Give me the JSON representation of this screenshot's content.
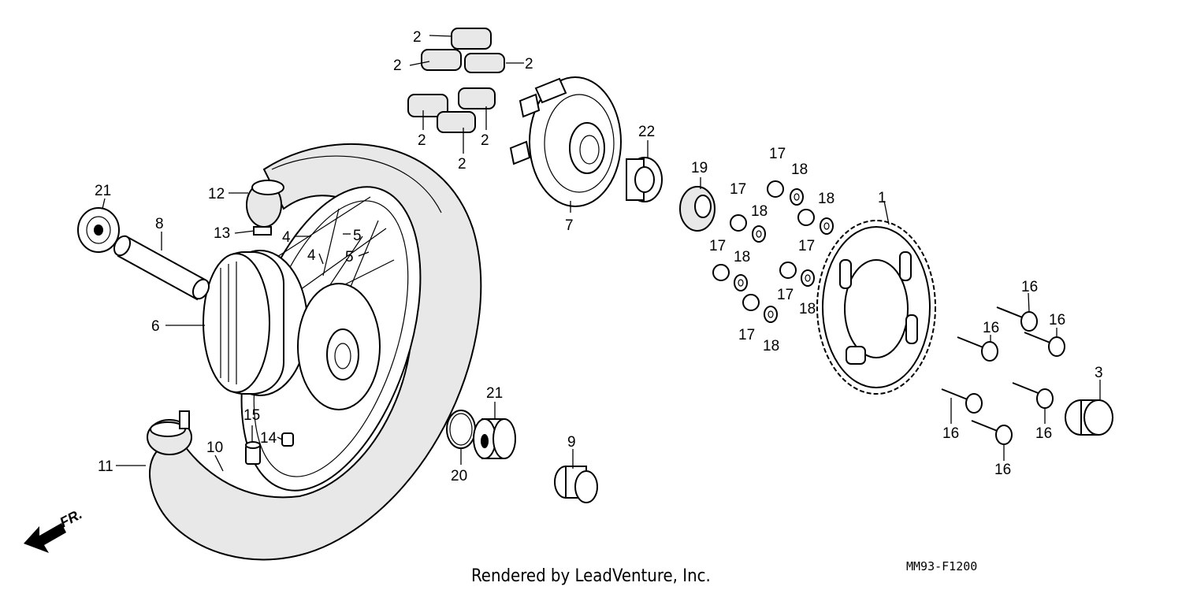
{
  "callouts": {
    "c1": "1",
    "c2a": "2",
    "c2b": "2",
    "c2c": "2",
    "c2d": "2",
    "c2e": "2",
    "c2f": "2",
    "c3": "3",
    "c4a": "4",
    "c4b": "4",
    "c5a": "5",
    "c5b": "5",
    "c6": "6",
    "c7": "7",
    "c8": "8",
    "c9": "9",
    "c10": "10",
    "c11": "11",
    "c12": "12",
    "c13": "13",
    "c14": "14",
    "c15": "15",
    "c16a": "16",
    "c16b": "16",
    "c16c": "16",
    "c16d": "16",
    "c16e": "16",
    "c16f": "16",
    "c17a": "17",
    "c17b": "17",
    "c17c": "17",
    "c17d": "17",
    "c17e": "17",
    "c17f": "17",
    "c18a": "18",
    "c18b": "18",
    "c18c": "18",
    "c18d": "18",
    "c18e": "18",
    "c18f": "18",
    "c19": "19",
    "c20": "20",
    "c21a": "21",
    "c21b": "21",
    "c22": "22"
  },
  "footer": {
    "credit": "Rendered by LeadVenture, Inc.",
    "code": "MM93-F1200"
  },
  "direction": {
    "label": "FR."
  },
  "icons": {
    "arrow": "front-direction-arrow-icon"
  }
}
